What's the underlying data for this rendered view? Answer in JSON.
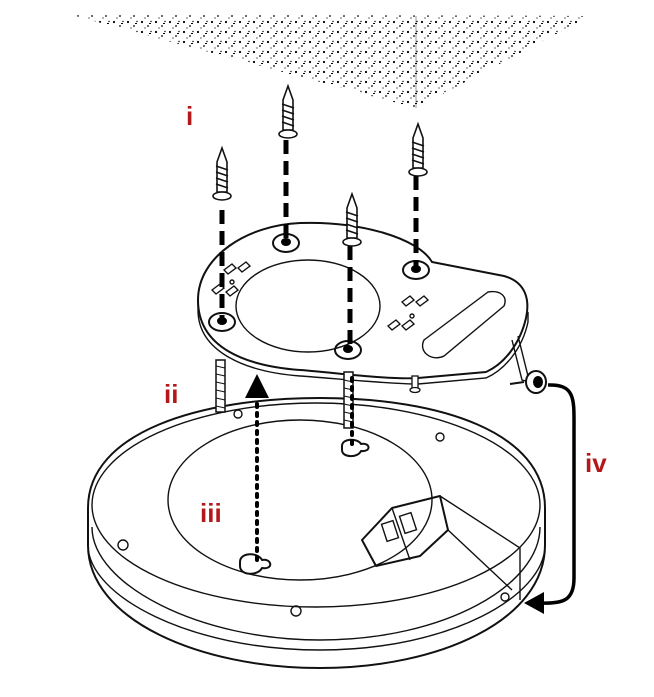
{
  "labels": {
    "step_i": "i",
    "step_ii": "ii",
    "step_iii": "iii",
    "step_iv": "iv"
  },
  "colors": {
    "label": "#b3191b",
    "line": "#111111",
    "background": "#ffffff"
  }
}
